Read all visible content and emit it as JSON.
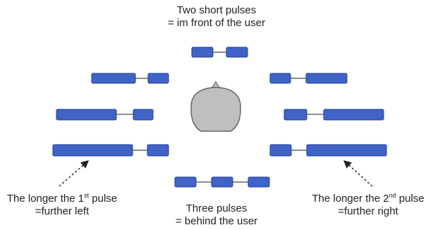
{
  "diagram": {
    "top_label": {
      "line1": "Two short pulses",
      "line2": "= im front of the user"
    },
    "bottom_label": {
      "line1": "Three pulses",
      "line2": "= behind the user"
    },
    "left_label": {
      "line1_prefix": "The longer the 1",
      "line1_sup": "st",
      "line1_suffix": " pulse",
      "line2": "=further left"
    },
    "right_label": {
      "line1_prefix": "The longer the 2",
      "line1_sup": "nd",
      "line1_suffix": " pulse",
      "line2": "=further right"
    },
    "colors": {
      "pulse_fill": "#3F63C7",
      "pulse_stroke": "#1F3F98",
      "head_fill": "#BFBFBF",
      "head_stroke": "#666666",
      "text": "#222222"
    }
  }
}
